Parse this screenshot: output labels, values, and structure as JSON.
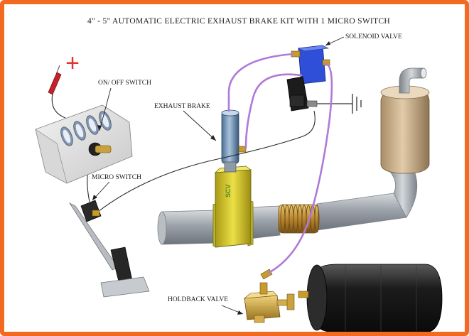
{
  "title": "4\" - 5\" AUTOMATIC ELECTRIC EXHAUST BRAKE KIT WITH 1 MICRO SWITCH",
  "labels": {
    "solenoid_valve": "SOLENOID VALVE",
    "on_off_switch": "ON/ OFF SWITCH",
    "exhaust_brake": "EXHAUST BRAKE",
    "micro_switch": "MICRO SWITCH",
    "holdback_valve": "HOLDBACK VALVE",
    "brand_mark": "SCV"
  },
  "symbols": {
    "positive": "+"
  },
  "colors": {
    "frame": "#f26a21",
    "air_hose": "#b07ad8",
    "solenoid_body": "#2f4fd8",
    "brake_body": "#d9cc2a",
    "muffler": "#c9ac86",
    "tank": "#1e1e1e",
    "pipe": "#a9aeb4",
    "bellows": "#c89a3c"
  }
}
